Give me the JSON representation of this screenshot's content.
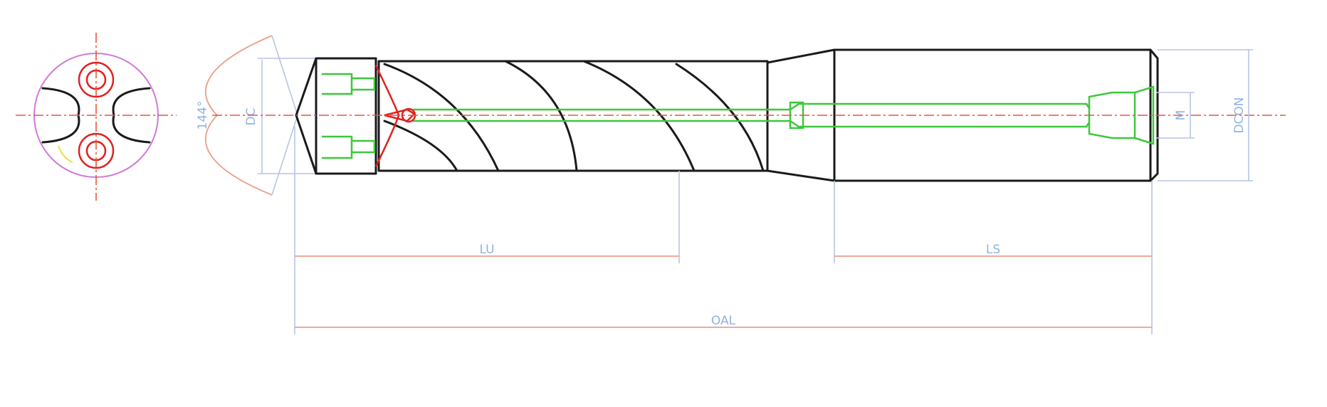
{
  "drawing": {
    "point_angle": "144°",
    "cutting_diameter": "DC",
    "usable_length": "LU",
    "shank_length": "LS",
    "overall_length": "OAL",
    "shank_diameter": "DCON",
    "thread": "M"
  },
  "colors": {
    "outline": "#1a1a1a",
    "coolant_channels": "#3cc83c",
    "coolant_outlet": "#e02020",
    "centerline": "#e8563a",
    "dimension_lines": "#b8c4e4",
    "dimension_text": "#8fb2e2"
  }
}
